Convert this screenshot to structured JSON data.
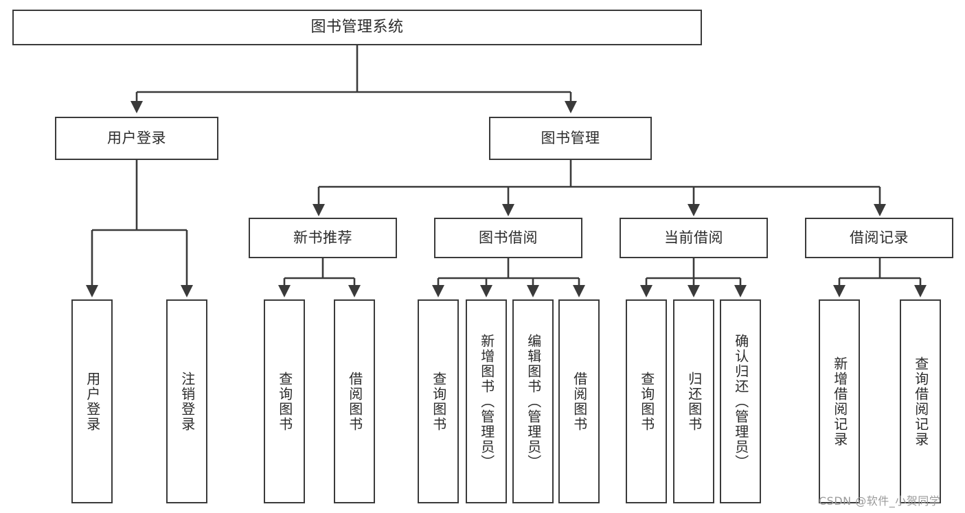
{
  "diagram": {
    "title": "图书管理系统",
    "type": "tree-hierarchy-diagram",
    "background_color": "#ffffff",
    "node_border_color": "#3a3a3a",
    "edge_color": "#3a3a3a",
    "text_color": "#2b2b2b"
  },
  "nodes": {
    "root": {
      "label": "图书管理系统"
    },
    "level2": [
      {
        "label": "用户登录"
      },
      {
        "label": "图书管理"
      }
    ],
    "level3": [
      {
        "label": "新书推荐"
      },
      {
        "label": "图书借阅"
      },
      {
        "label": "当前借阅"
      },
      {
        "label": "借阅记录"
      }
    ],
    "leaves_user_login": [
      {
        "label": "用户登录"
      },
      {
        "label": "注销登录"
      }
    ],
    "leaves_new_book": [
      {
        "label": "查询图书"
      },
      {
        "label": "借阅图书"
      }
    ],
    "leaves_book_borrow": [
      {
        "label": "查询图书"
      },
      {
        "label": "新增图书（管理员）"
      },
      {
        "label": "编辑图书（管理员）"
      },
      {
        "label": "借阅图书"
      }
    ],
    "leaves_current_borrow": [
      {
        "label": "查询图书"
      },
      {
        "label": "归还图书"
      },
      {
        "label": "确认归还（管理员）"
      }
    ],
    "leaves_borrow_record": [
      {
        "label": "新增借阅记录"
      },
      {
        "label": "查询借阅记录"
      }
    ]
  },
  "watermark": {
    "text": "CSDN @软件_小贺同学",
    "color": "#9a9a9a"
  }
}
